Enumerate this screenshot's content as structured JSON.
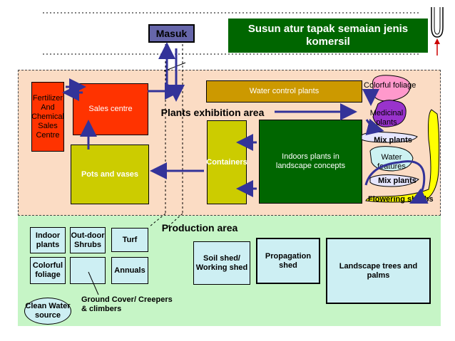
{
  "header": {
    "entrance_label": "Masuk",
    "title": "Susun atur tapak semaian jenis komersil",
    "colors": {
      "title_bg": "#006600",
      "entrance_bg": "#6666aa"
    }
  },
  "top_zone": {
    "area_label": "Plants exhibition area",
    "fertilizer_box": "Fertilizer And Chemical Sales Centre",
    "sales_centre": "Sales centre",
    "pots_and_vases": "Pots and vases",
    "water_control": "Water control plants",
    "containers": "Containers",
    "indoor_landscape": "Indoors plants in landscape concepts",
    "colorful_foliage": "Colorful foliage",
    "medicinal_plants": "Medicinal plants",
    "mix_plants_1": "Mix plants",
    "water_features": "Water features",
    "mix_plants_2": "Mix plants",
    "flowering_shrubs": "Flowering shrubs"
  },
  "bottom_zone": {
    "area_label": "Production area",
    "indoor_plants": "Indoor plants",
    "outdoor_shrubs": "Out-door Shrubs",
    "turf": "Turf",
    "colorful_foliage": "Colorful foliage",
    "annuals": "Annuals",
    "ground_cover": "Ground Cover/ Creepers & climbers",
    "clean_water": "Clean Water source",
    "soil_shed": "Soil shed/ Working shed",
    "propagation_shed": "Propagation shed",
    "landscape_trees": "Landscape trees and palms"
  },
  "icons": {
    "top_right": "u-turn-arrow-icon"
  }
}
